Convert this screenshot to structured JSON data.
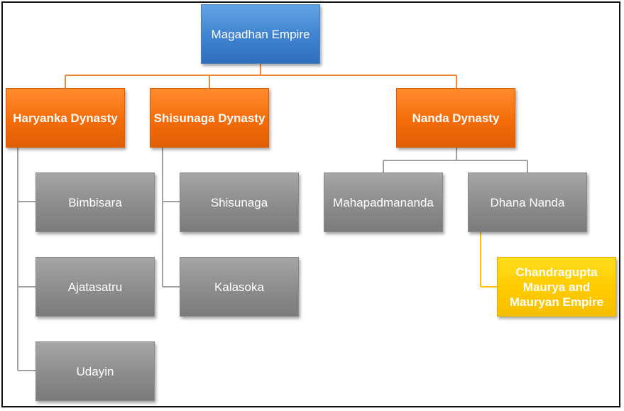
{
  "root": "Magadhan Empire",
  "dynasties": {
    "haryanka": "Haryanka Dynasty",
    "shisunaga": "Shisunaga Dynasty",
    "nanda": "Nanda Dynasty"
  },
  "rulers": {
    "bimbisara": "Bimbisara",
    "ajatasatru": "Ajatasatru",
    "udayin": "Udayin",
    "shisunaga": "Shisunaga",
    "kalasoka": "Kalasoka",
    "mahapadmananda": "Mahapadmananda",
    "dhana_nanda": "Dhana Nanda"
  },
  "successor": "Chandragupta Maurya and Mauryan Empire",
  "colors": {
    "root": "#3f83d1",
    "dynasty": "#f46c0a",
    "ruler": "#8c8c8c",
    "successor": "#ffcb00",
    "connector_orange": "#f0883a",
    "connector_gray": "#a0a0a0",
    "connector_yellow": "#ffc000"
  }
}
